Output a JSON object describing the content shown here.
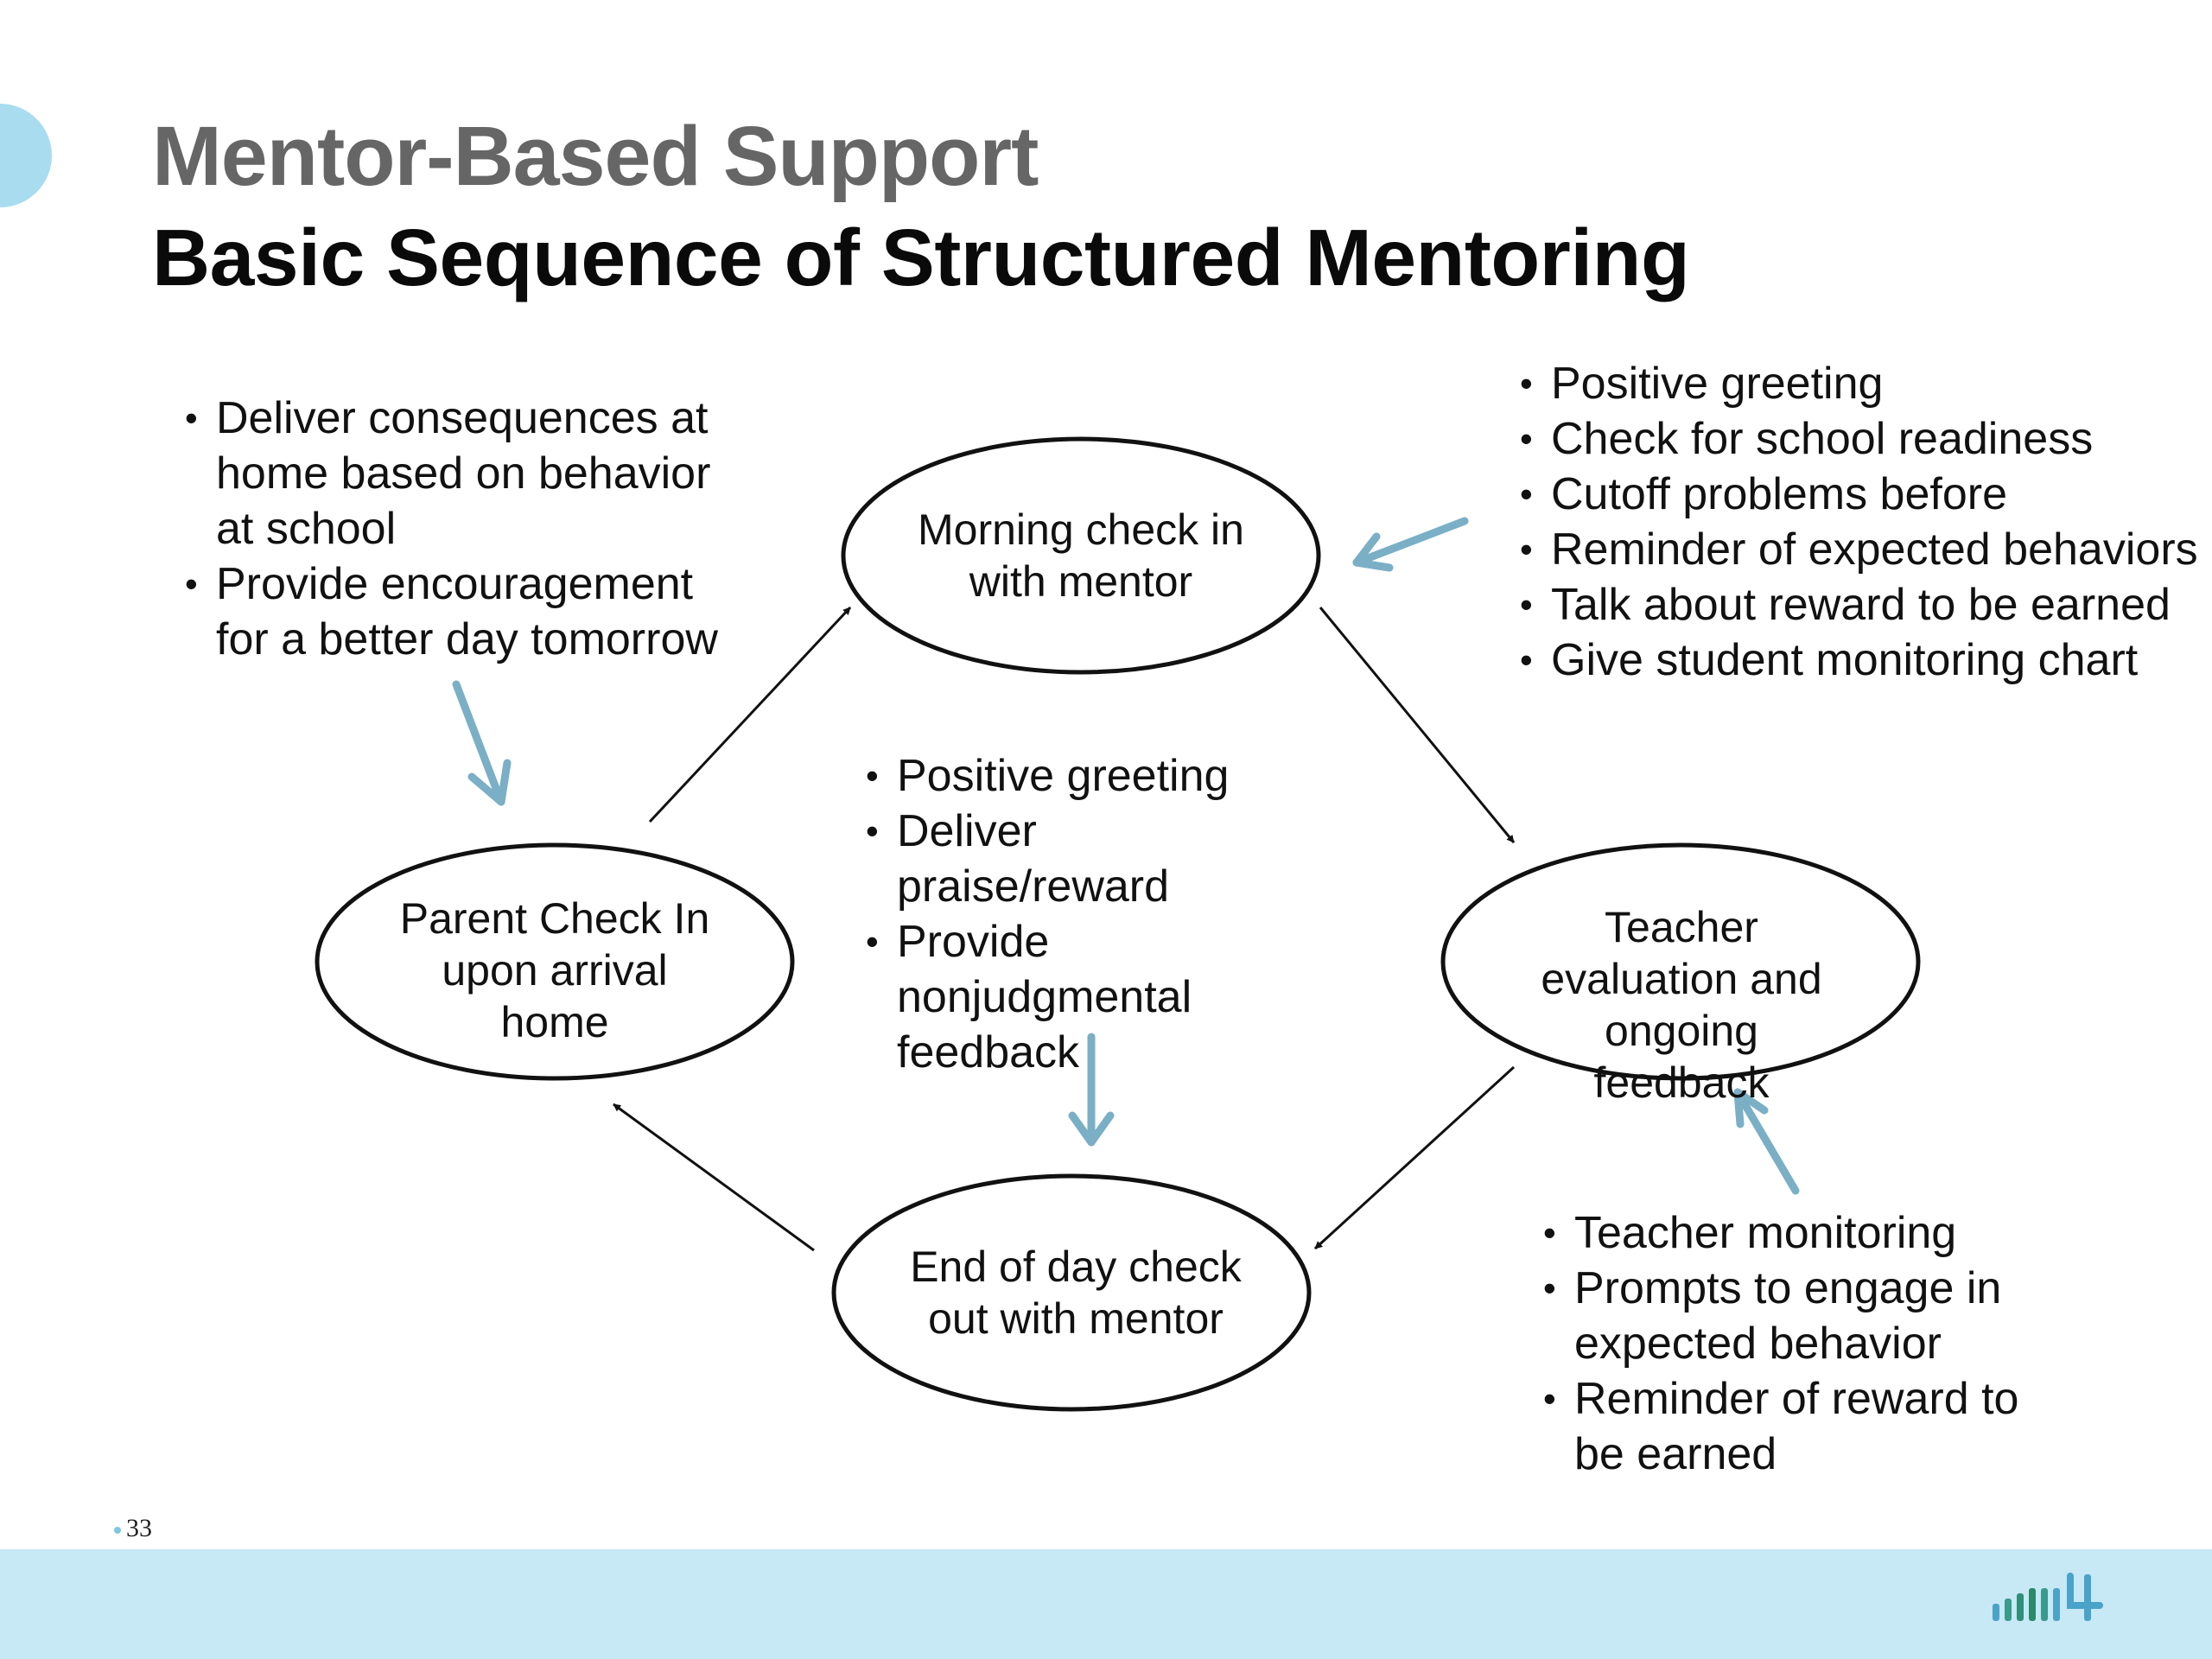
{
  "title": "Mentor-Based Support",
  "subtitle": "Basic Sequence of Structured Mentoring",
  "nodes": {
    "morning": "Morning check in with mentor",
    "teacher": "Teacher evaluation and ongoing feedback",
    "end_of_day": "End of day check out with mentor",
    "parent": "Parent Check In upon arrival home"
  },
  "notes": {
    "home": [
      "Deliver consequences at home based on behavior at school",
      "Provide encouragement for a better day tomorrow"
    ],
    "morning": [
      "Positive greeting",
      "Check for school readiness",
      "Cutoff problems before",
      "Reminder of expected behaviors",
      "Talk about reward to be earned",
      "Give student monitoring chart"
    ],
    "end_of_day": [
      "Positive greeting",
      "Deliver praise/reward",
      "Provide nonjudgmental feedback"
    ],
    "teacher": [
      "Teacher monitoring",
      "Prompts to engage in expected behavior",
      "Reminder of reward to be earned"
    ]
  },
  "page_number": "33",
  "colors": {
    "title_gray": "#666666",
    "accent_blue": "#7aafc6",
    "footer_bar": "#c7e8f5",
    "corner_dot": "#a9dcef"
  }
}
